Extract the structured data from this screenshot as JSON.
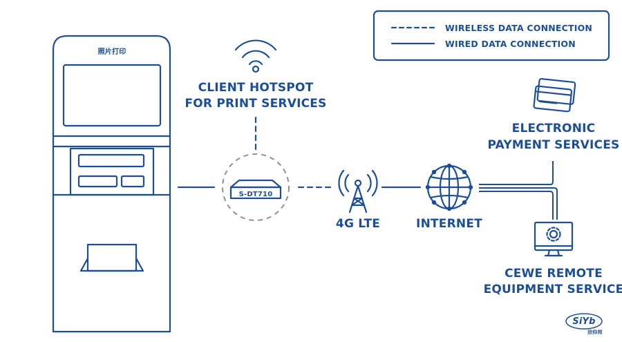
{
  "colors": {
    "primary": "#1c4e96",
    "background": "#ffffff"
  },
  "kiosk": {
    "header_text": "照片打印"
  },
  "legend": {
    "wireless_label": "WIRELESS DATA CONNECTION",
    "wired_label": "WIRED DATA CONNECTION"
  },
  "hotspot": {
    "line1": "CLIENT HOTSPOT",
    "line2": "FOR PRINT SERVICES"
  },
  "router": {
    "model": "S-DT710"
  },
  "lte": {
    "label": "4G LTE"
  },
  "internet": {
    "label": "INTERNET"
  },
  "payment": {
    "line1": "ELECTRONIC",
    "line2": "PAYMENT SERVICES"
  },
  "remote": {
    "line1": "CEWE REMOTE",
    "line2": "EQUIPMENT SERVICE"
  },
  "logo": {
    "brand": "SiYb",
    "sub": "欣仰邦"
  },
  "icons": [
    "wifi-icon",
    "router-icon",
    "cell-tower-icon",
    "globe-icon",
    "credit-card-icon",
    "monitor-gear-icon",
    "kiosk-icon"
  ]
}
